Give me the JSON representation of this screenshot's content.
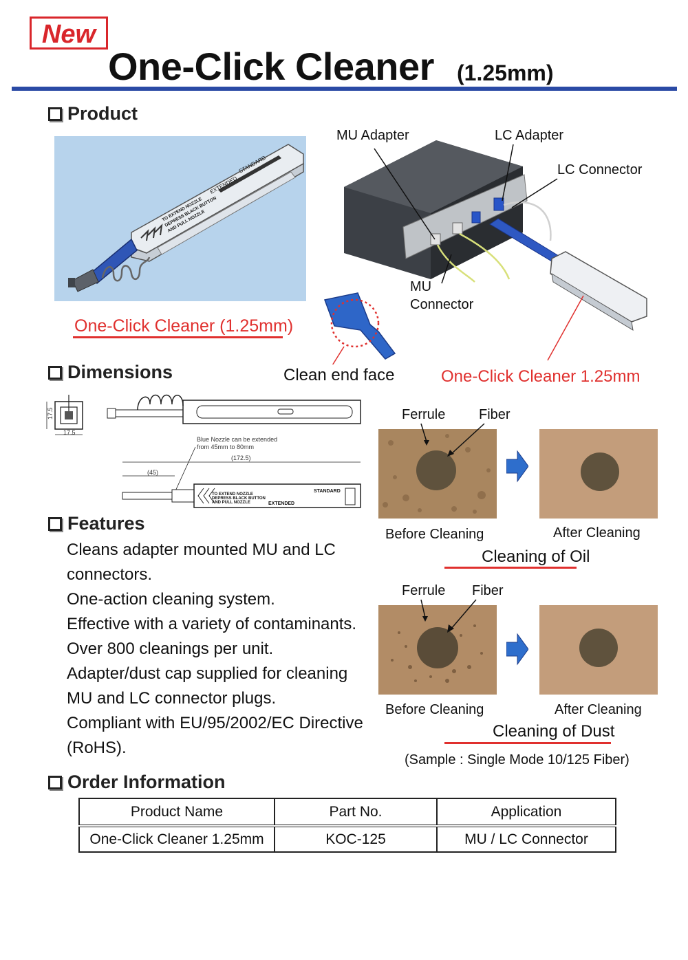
{
  "header": {
    "badge": "New",
    "title": "One-Click Cleaner",
    "title_suffix": "(1.25mm)",
    "accent_color": "#2a4aa5",
    "badge_color": "#d9262b"
  },
  "product": {
    "heading": "Product",
    "caption": "One-Click Cleaner (1.25mm)",
    "cleaner_markings": [
      "STANDARD",
      "EXTENDED",
      "TO EXTEND NOZZLE",
      "DEPRESS BLACK BUTTON",
      "AND PULL NOZZLE"
    ],
    "diagram_labels": {
      "mu_adapter": "MU Adapter",
      "lc_adapter": "LC Adapter",
      "lc_connector": "LC Connector",
      "mu_connector_line1": "MU",
      "mu_connector_line2": "Connector",
      "clean_end_face": "Clean end face",
      "cleaner_label": "One-Click Cleaner 1.25mm"
    }
  },
  "dimensions": {
    "heading": "Dimensions",
    "dim_17_5_v": "17.5",
    "dim_17_5_h": "17.5",
    "note_line1": "Blue Nozzle can be extended",
    "note_line2": "from 45mm to 80mm",
    "dim_172_5": "(172.5)",
    "dim_45": "(45)",
    "marking_standard": "STANDARD",
    "marking_extended": "EXTENDED",
    "marking_1": "TO EXTEND NOZZLE",
    "marking_2": "DEPRESS BLACK BUTTON",
    "marking_3": "AND PULL NOZZLE"
  },
  "cleaning": {
    "oil": {
      "ferrule": "Ferrule",
      "fiber": "Fiber",
      "before": "Before Cleaning",
      "after": "After Cleaning",
      "title": "Cleaning of Oil"
    },
    "dust": {
      "ferrule": "Ferrule",
      "fiber": "Fiber",
      "before": "Before Cleaning",
      "after": "After Cleaning",
      "title": "Cleaning of Dust"
    },
    "sample_note": "(Sample : Single Mode 10/125 Fiber)"
  },
  "features": {
    "heading": "Features",
    "lines": [
      "Cleans adapter mounted MU and LC",
      "connectors.",
      "One-action cleaning system.",
      "Effective with a variety of contaminants.",
      "Over 800 cleanings per unit.",
      "Adapter/dust cap supplied for cleaning",
      "MU and LC connector plugs.",
      "Compliant with EU/95/2002/EC Directive",
      "(RoHS)."
    ]
  },
  "order": {
    "heading": "Order Information",
    "columns": [
      "Product Name",
      "Part No.",
      "Application"
    ],
    "rows": [
      [
        "One-Click Cleaner 1.25mm",
        "KOC-125",
        "MU / LC Connector"
      ]
    ]
  }
}
